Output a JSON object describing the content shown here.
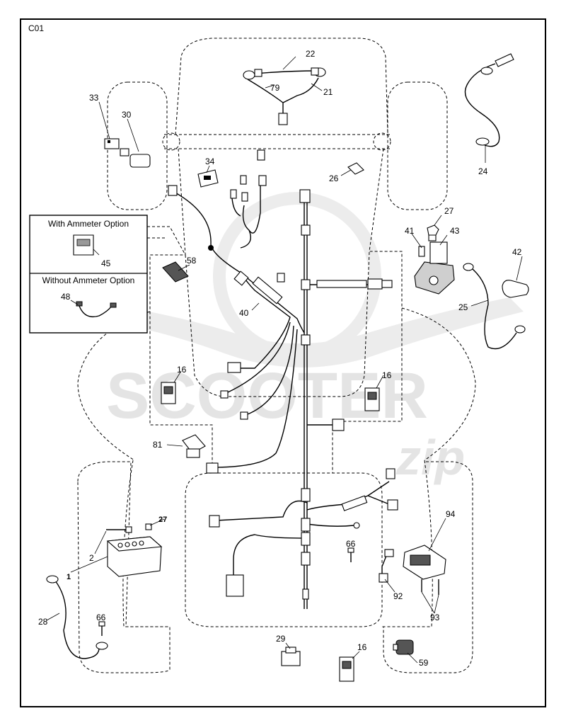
{
  "page_code": "C01",
  "inset_boxes": {
    "with_ammeter": "With Ammeter Option",
    "without_ammeter": "Without Ammeter Option"
  },
  "watermark": {
    "brand": "SCOOTER",
    "script": "zip"
  },
  "callouts": {
    "p1": "1",
    "p2": "2",
    "p16a": "16",
    "p16b": "16",
    "p16c": "16",
    "p21": "21",
    "p22": "22",
    "p24": "24",
    "p25": "25",
    "p26": "26",
    "p27a": "27",
    "p27b": "27",
    "p28": "28",
    "p29": "29",
    "p30": "30",
    "p33": "33",
    "p34": "34",
    "p40": "40",
    "p41": "41",
    "p42": "42",
    "p43": "43",
    "p45": "45",
    "p48": "48",
    "p58": "58",
    "p59": "59",
    "p66a": "66",
    "p66b": "66",
    "p79": "79",
    "p81": "81",
    "p92": "92",
    "p93": "93",
    "p94": "94"
  }
}
